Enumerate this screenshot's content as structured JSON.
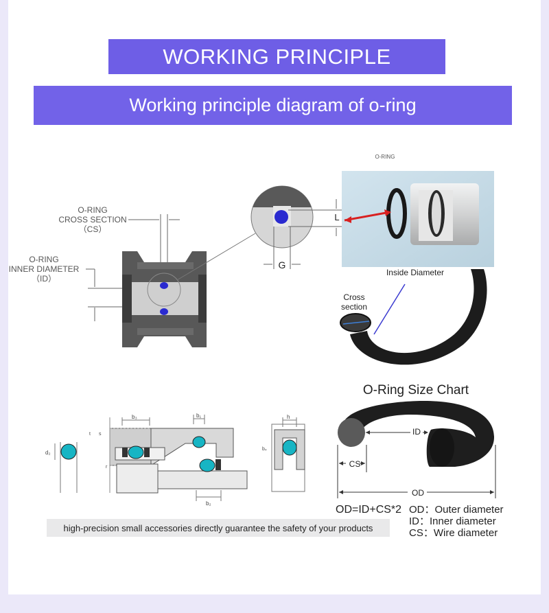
{
  "header": {
    "title": "WORKING PRINCIPLE",
    "subtitle": "Working principle diagram of o-ring"
  },
  "colors": {
    "accent": "#6e5ee6",
    "oring_blue": "#2a2ad0",
    "seal_teal": "#17b5c4",
    "housing_gray": "#5a5a5a",
    "red_arrow": "#d82020"
  },
  "housing_diagram": {
    "cs_label_line1": "O-RING",
    "cs_label_line2": "CROSS SECTION",
    "cs_label_line3": "（CS）",
    "id_label_line1": "O-RING",
    "id_label_line2": "INNER DIAMETER",
    "id_label_line3": "（ID）",
    "gap_label": "G",
    "length_label": "L"
  },
  "photo": {
    "caption": "O-RING"
  },
  "ring_photo": {
    "inside_diameter_label": "Inside Diameter",
    "cross_section_line1": "Cross",
    "cross_section_line2": "section"
  },
  "size_chart": {
    "title": "O-Ring Size Chart",
    "id_label": "ID",
    "cs_label": "CS",
    "od_label": "OD",
    "formula": "OD=ID+CS*2",
    "legend": [
      "OD：Outer diameter",
      "ID：Inner diameter",
      "CS：Wire diameter"
    ]
  },
  "drawing_labels": {
    "d2": "d₂",
    "b3": "b₃",
    "b1": "b₁",
    "b2": "b₂",
    "b4": "b₄",
    "h": "h",
    "s": "s",
    "t": "t",
    "r": "r"
  },
  "footer": {
    "note": "high-precision small accessories directly guarantee the safety of your products"
  }
}
